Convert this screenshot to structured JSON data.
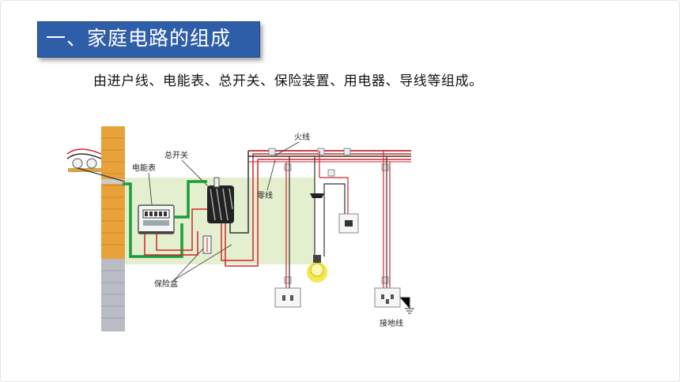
{
  "slide": {
    "title": "一、家庭电路的组成",
    "paragraph": "由进户线、电能表、总开关、保险装置、用电器、导线等组成。"
  },
  "diagram": {
    "labels": {
      "meter": "电能表",
      "main_switch": "总开关",
      "fuse_box": "保险盒",
      "live_wire": "火线",
      "neutral_wire": "零线",
      "ground": "接地线"
    },
    "colors": {
      "banner": "#2f5ea8",
      "brick": "#e9a23a",
      "concrete": "#b9bcc4",
      "green_panel": "#e3efcf",
      "green_wire": "#1b9b3a",
      "red_wire": "#d0262c",
      "bulb_glow": "#f4e53b"
    }
  }
}
